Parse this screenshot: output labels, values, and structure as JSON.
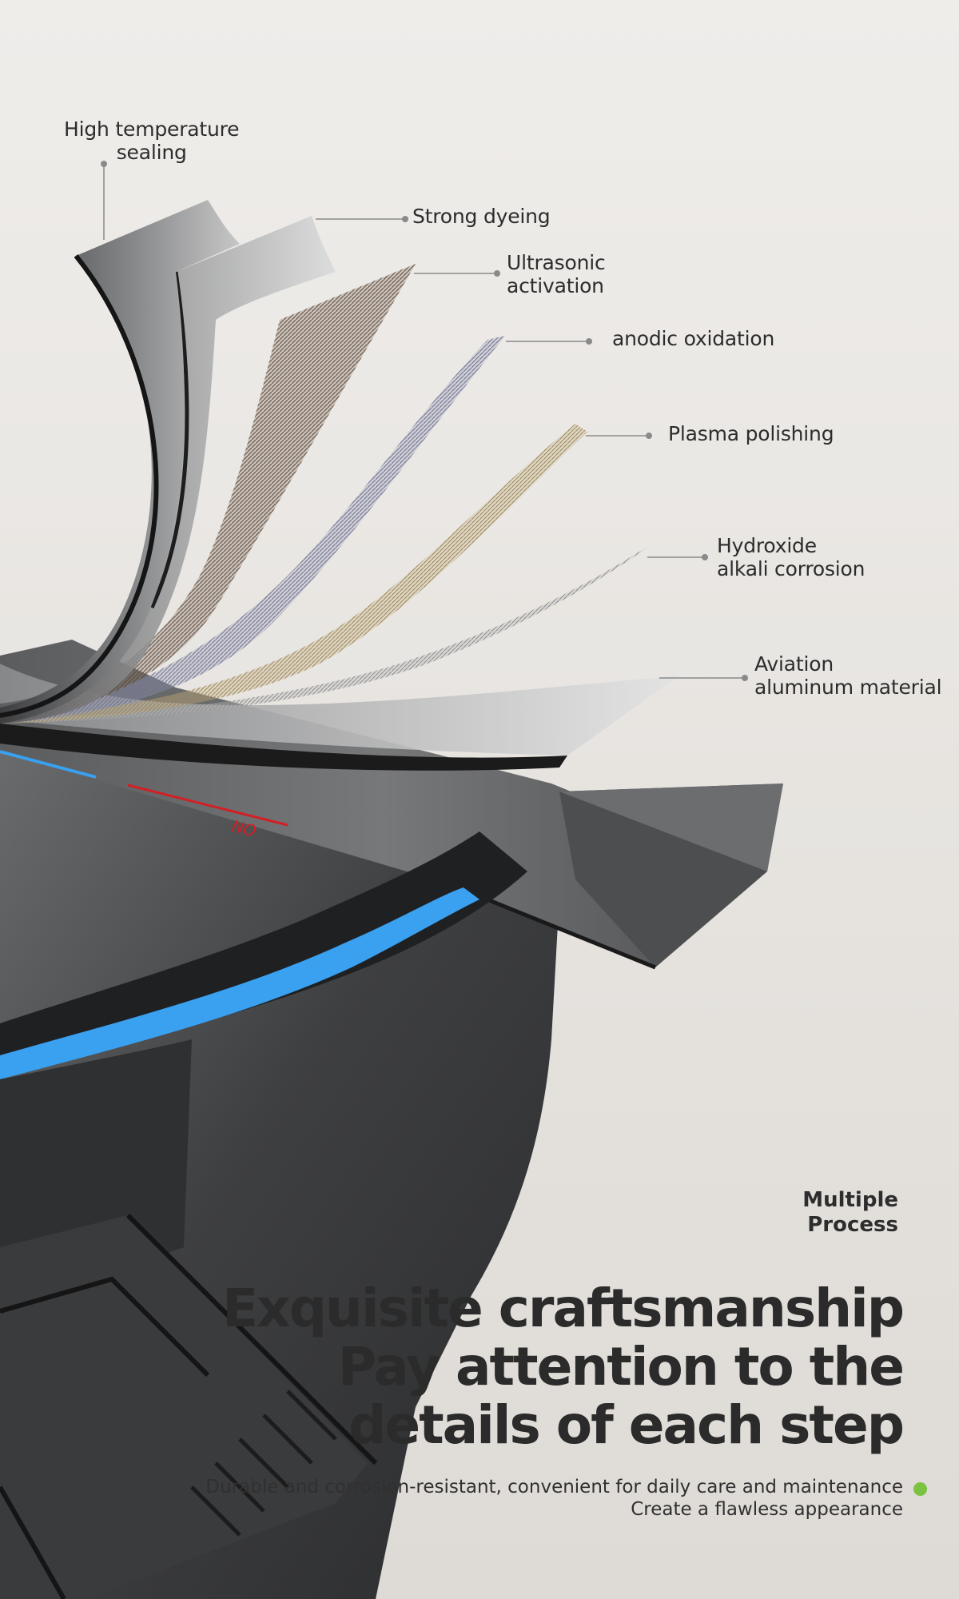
{
  "callouts": [
    {
      "id": "high-temperature-sealing",
      "lines": [
        "High temperature",
        "sealing"
      ]
    },
    {
      "id": "strong-dyeing",
      "lines": [
        "Strong dyeing"
      ]
    },
    {
      "id": "ultrasonic-activation",
      "lines": [
        "Ultrasonic",
        "activation"
      ]
    },
    {
      "id": "anodic-oxidation",
      "lines": [
        "anodic oxidation"
      ]
    },
    {
      "id": "plasma-polishing",
      "lines": [
        "Plasma polishing"
      ]
    },
    {
      "id": "hydroxide-alkali-corrosion",
      "lines": [
        "Hydroxide",
        "alkali corrosion"
      ]
    },
    {
      "id": "aviation-aluminum-material",
      "lines": [
        "Aviation",
        "aluminum material"
      ]
    }
  ],
  "product_marking": "NO",
  "tag": [
    "Multiple",
    "Process"
  ],
  "headline": [
    "Exquisite craftsmanship",
    "Pay attention to the",
    "details of each step"
  ],
  "subtitle": [
    "Durable and corrosion-resistant, convenient for daily care and maintenance",
    "Create a flawless appearance"
  ],
  "colors": {
    "accent_blue": "#3aa0f0",
    "marking_red": "#d21f26",
    "dot_green": "#7cc242",
    "leader_line": "#8a8a8a"
  }
}
